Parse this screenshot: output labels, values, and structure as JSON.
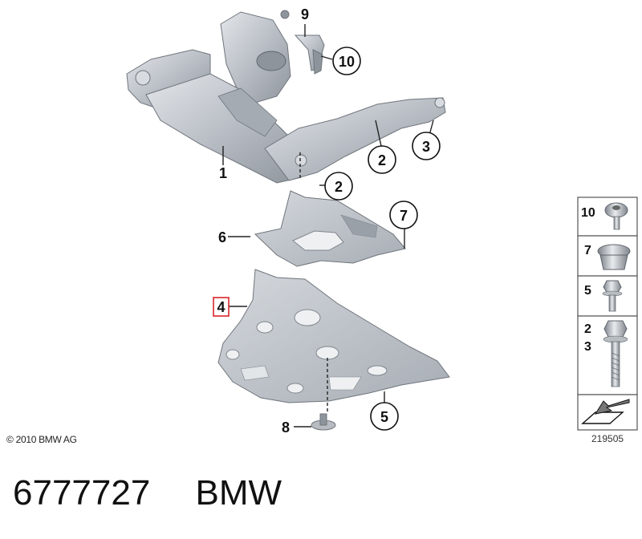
{
  "callouts": {
    "c1": "1",
    "c2a": "2",
    "c2b": "2",
    "c3": "3",
    "c4": "4",
    "c5": "5",
    "c6": "6",
    "c7": "7",
    "c8": "8",
    "c9": "9",
    "c10": "10"
  },
  "legend": {
    "items": [
      {
        "label": "10",
        "icon": "torx-screw-icon"
      },
      {
        "label": "7",
        "icon": "expanding-rivet-icon"
      },
      {
        "label": "5",
        "icon": "hex-flange-screw-icon"
      },
      {
        "label": "2",
        "label2": "3",
        "icon": "hex-bolt-icon"
      }
    ],
    "last_icon": "arrow-to-plate-icon"
  },
  "copyright": "© 2010 BMW AG",
  "reference_number": "219505",
  "part_number": "6777727",
  "brand": "BMW",
  "colors": {
    "highlight": "#d9262b",
    "part_fill": "#c7ccd2",
    "part_stroke": "#7d838a"
  }
}
